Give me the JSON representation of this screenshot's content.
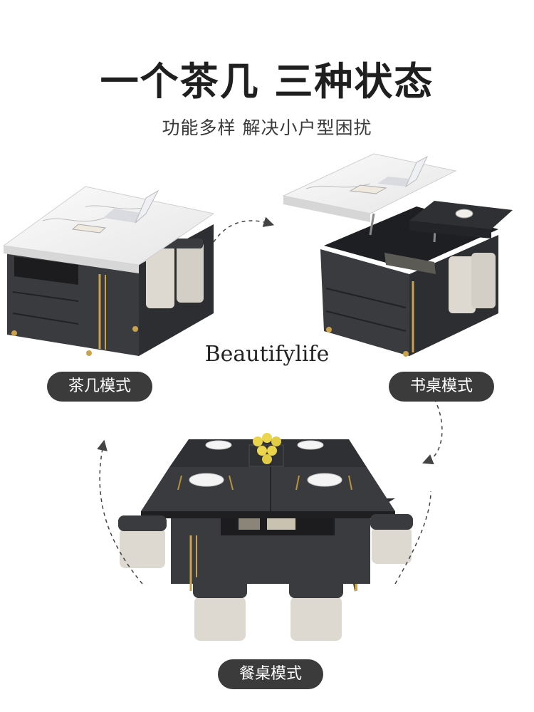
{
  "headline": "一个茶几 三种状态",
  "tagline": "功能多样 解决小户型困扰",
  "brand_mark": "Beautifylife",
  "modes": {
    "tea_table": "茶几模式",
    "desk": "书桌模式",
    "dining": "餐桌模式"
  },
  "colors": {
    "cabinet": "#3a3b3e",
    "marble_top": "#f2f2f2",
    "stool_cushion": "#ddd8d0",
    "gold_trim": "#c9a24b",
    "pill_bg": "#3b3b3b"
  }
}
